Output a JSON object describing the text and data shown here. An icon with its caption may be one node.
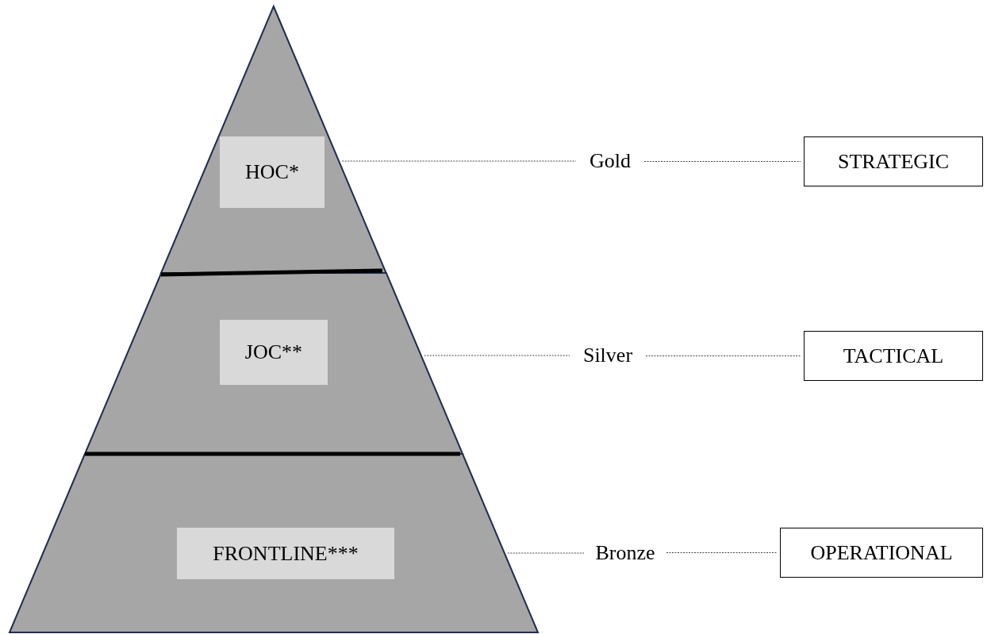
{
  "diagram": {
    "nodes": [
      {
        "text": [],
        "shape": "triangle"
      },
      {
        "text": [
          "HOC*"
        ],
        "in": 0
      },
      {
        "text": [],
        "shape": "band"
      },
      {
        "text": [
          "JOC**"
        ],
        "in": 2
      },
      {
        "text": [],
        "shape": "band"
      },
      {
        "text": [
          "FRONTLINE***"
        ],
        "in": 4
      },
      {
        "text": [
          "Gold"
        ]
      },
      {
        "text": [
          "STRATEGIC"
        ]
      },
      {
        "text": [
          "Silver"
        ]
      },
      {
        "text": [
          "TACTICAL"
        ]
      },
      {
        "text": [
          "Bronze"
        ]
      },
      {
        "text": [
          "OPERATIONAL"
        ]
      }
    ],
    "edges": [
      {
        "from": 0,
        "to": 6,
        "arrow": "none",
        "style": "dashed"
      },
      {
        "from": 6,
        "to": 7,
        "arrow": "none",
        "style": "dashed"
      },
      {
        "from": 2,
        "to": 8,
        "arrow": "none",
        "style": "dashed"
      },
      {
        "from": 8,
        "to": 9,
        "arrow": "none",
        "style": "dashed"
      },
      {
        "from": 4,
        "to": 10,
        "arrow": "none",
        "style": "dashed"
      },
      {
        "from": 10,
        "to": 11,
        "arrow": "none",
        "style": "dashed"
      }
    ]
  }
}
